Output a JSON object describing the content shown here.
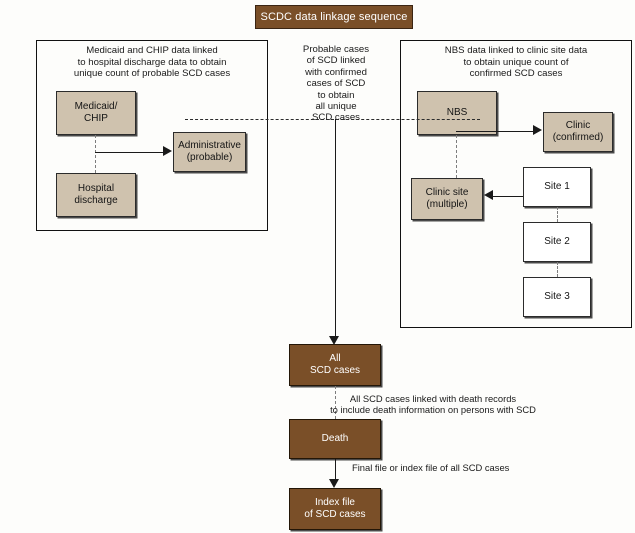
{
  "title": {
    "text": "SCDC data linkage sequence"
  },
  "panels": {
    "left": {
      "caption": "Medicaid and CHIP data linked\nto hospital discharge data to obtain\nunique count of probable SCD cases",
      "nodes": {
        "medicaid": "Medicaid/\nCHIP",
        "hospital": "Hospital\ndischarge",
        "administrative": "Administrative\n(probable)"
      }
    },
    "middle": {
      "caption": "Probable cases\nof SCD linked\nwith confirmed\ncases of SCD\nto obtain\nall unique\nSCD cases"
    },
    "right": {
      "caption": "NBS data linked to clinic site data\nto obtain unique count of\nconfirmed SCD cases",
      "nodes": {
        "nbs": "NBS",
        "clinic_confirmed": "Clinic\n(confirmed)",
        "clinic_site": "Clinic site\n(multiple)",
        "site1": "Site 1",
        "site2": "Site 2",
        "site3": "Site 3"
      }
    }
  },
  "bottom": {
    "all_scd_cases": "All\nSCD cases",
    "death": "Death",
    "index_file": "Index file\nof SCD cases",
    "label_death_link": "All SCD cases linked with death records\nto include death information on persons with SCD",
    "label_final_file": "Final file or index file of all SCD cases"
  },
  "colors": {
    "banner_brown": "#7a4f28",
    "node_tan": "#cfc2ae",
    "node_white": "#ffffff",
    "node_brown": "#7a4f28",
    "border_dark": "#2b2b2b",
    "background": "#fdfdfb",
    "dash_gray": "#7d7d7d"
  }
}
